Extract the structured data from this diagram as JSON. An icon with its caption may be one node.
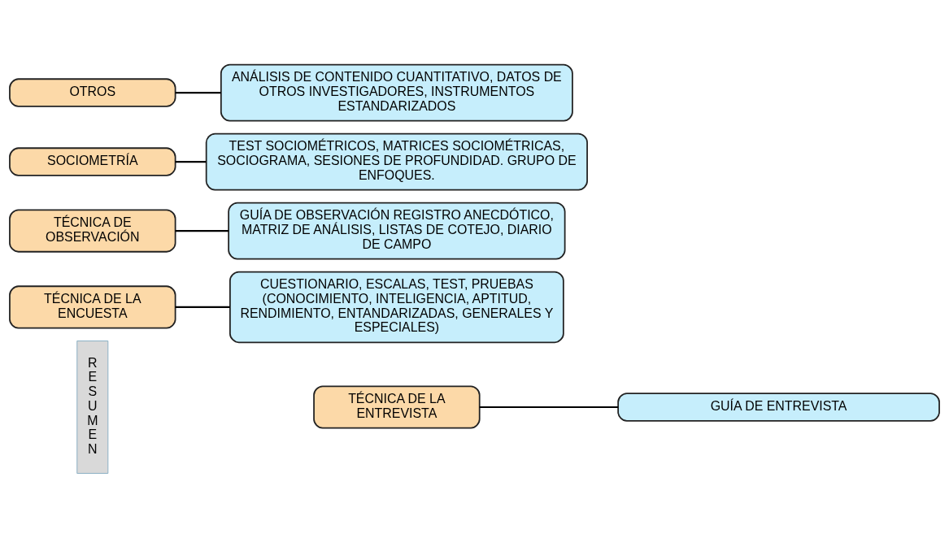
{
  "diagram": {
    "nodes": [
      {
        "text": [
          "RESUMEN"
        ]
      },
      {
        "text": [
          "TÉCNICA DE LA ENCUESTA"
        ]
      },
      {
        "text": [
          "CUESTIONARIO, ESCALAS, TEST, PRUEBAS (CONOCIMIENTO, INTELIGENCIA, APTITUD, RENDIMIENTO, ENTANDARIZADAS, GENERALES Y ESPECIALES)"
        ]
      },
      {
        "text": [
          "TÉCNICA DE OBSERVACIÓN"
        ]
      },
      {
        "text": [
          "GUÍA DE OBSERVACIÓN REGISTRO ANECDÓTICO, MATRIZ DE ANÁLISIS, LISTAS DE COTEJO, DIARIO DE CAMPO"
        ]
      },
      {
        "text": [
          "TÉCNICA DE LA ENTREVISTA"
        ]
      },
      {
        "text": [
          "GUÍA DE ENTREVISTA"
        ]
      },
      {
        "text": [
          "SOCIOMETRÍA"
        ]
      },
      {
        "text": [
          "TEST SOCIOMÉTRICOS, MATRICES SOCIOMÉTRICAS, SOCIOGRAMA, SESIONES DE PROFUNDIDAD. GRUPO DE ENFOQUES."
        ]
      },
      {
        "text": [
          "OTROS"
        ]
      },
      {
        "text": [
          "ANÁLISIS DE CONTENIDO CUANTITATIVO, DATOS DE OTROS INVESTIGADORES, INSTRUMENTOS ESTANDARIZADOS"
        ]
      }
    ],
    "edges": [
      {
        "from": 1,
        "to": 2,
        "arrow": "none"
      },
      {
        "from": 3,
        "to": 4,
        "arrow": "none"
      },
      {
        "from": 5,
        "to": 6,
        "arrow": "none"
      },
      {
        "from": 7,
        "to": 8,
        "arrow": "none"
      },
      {
        "from": 9,
        "to": 10,
        "arrow": "none"
      }
    ]
  }
}
